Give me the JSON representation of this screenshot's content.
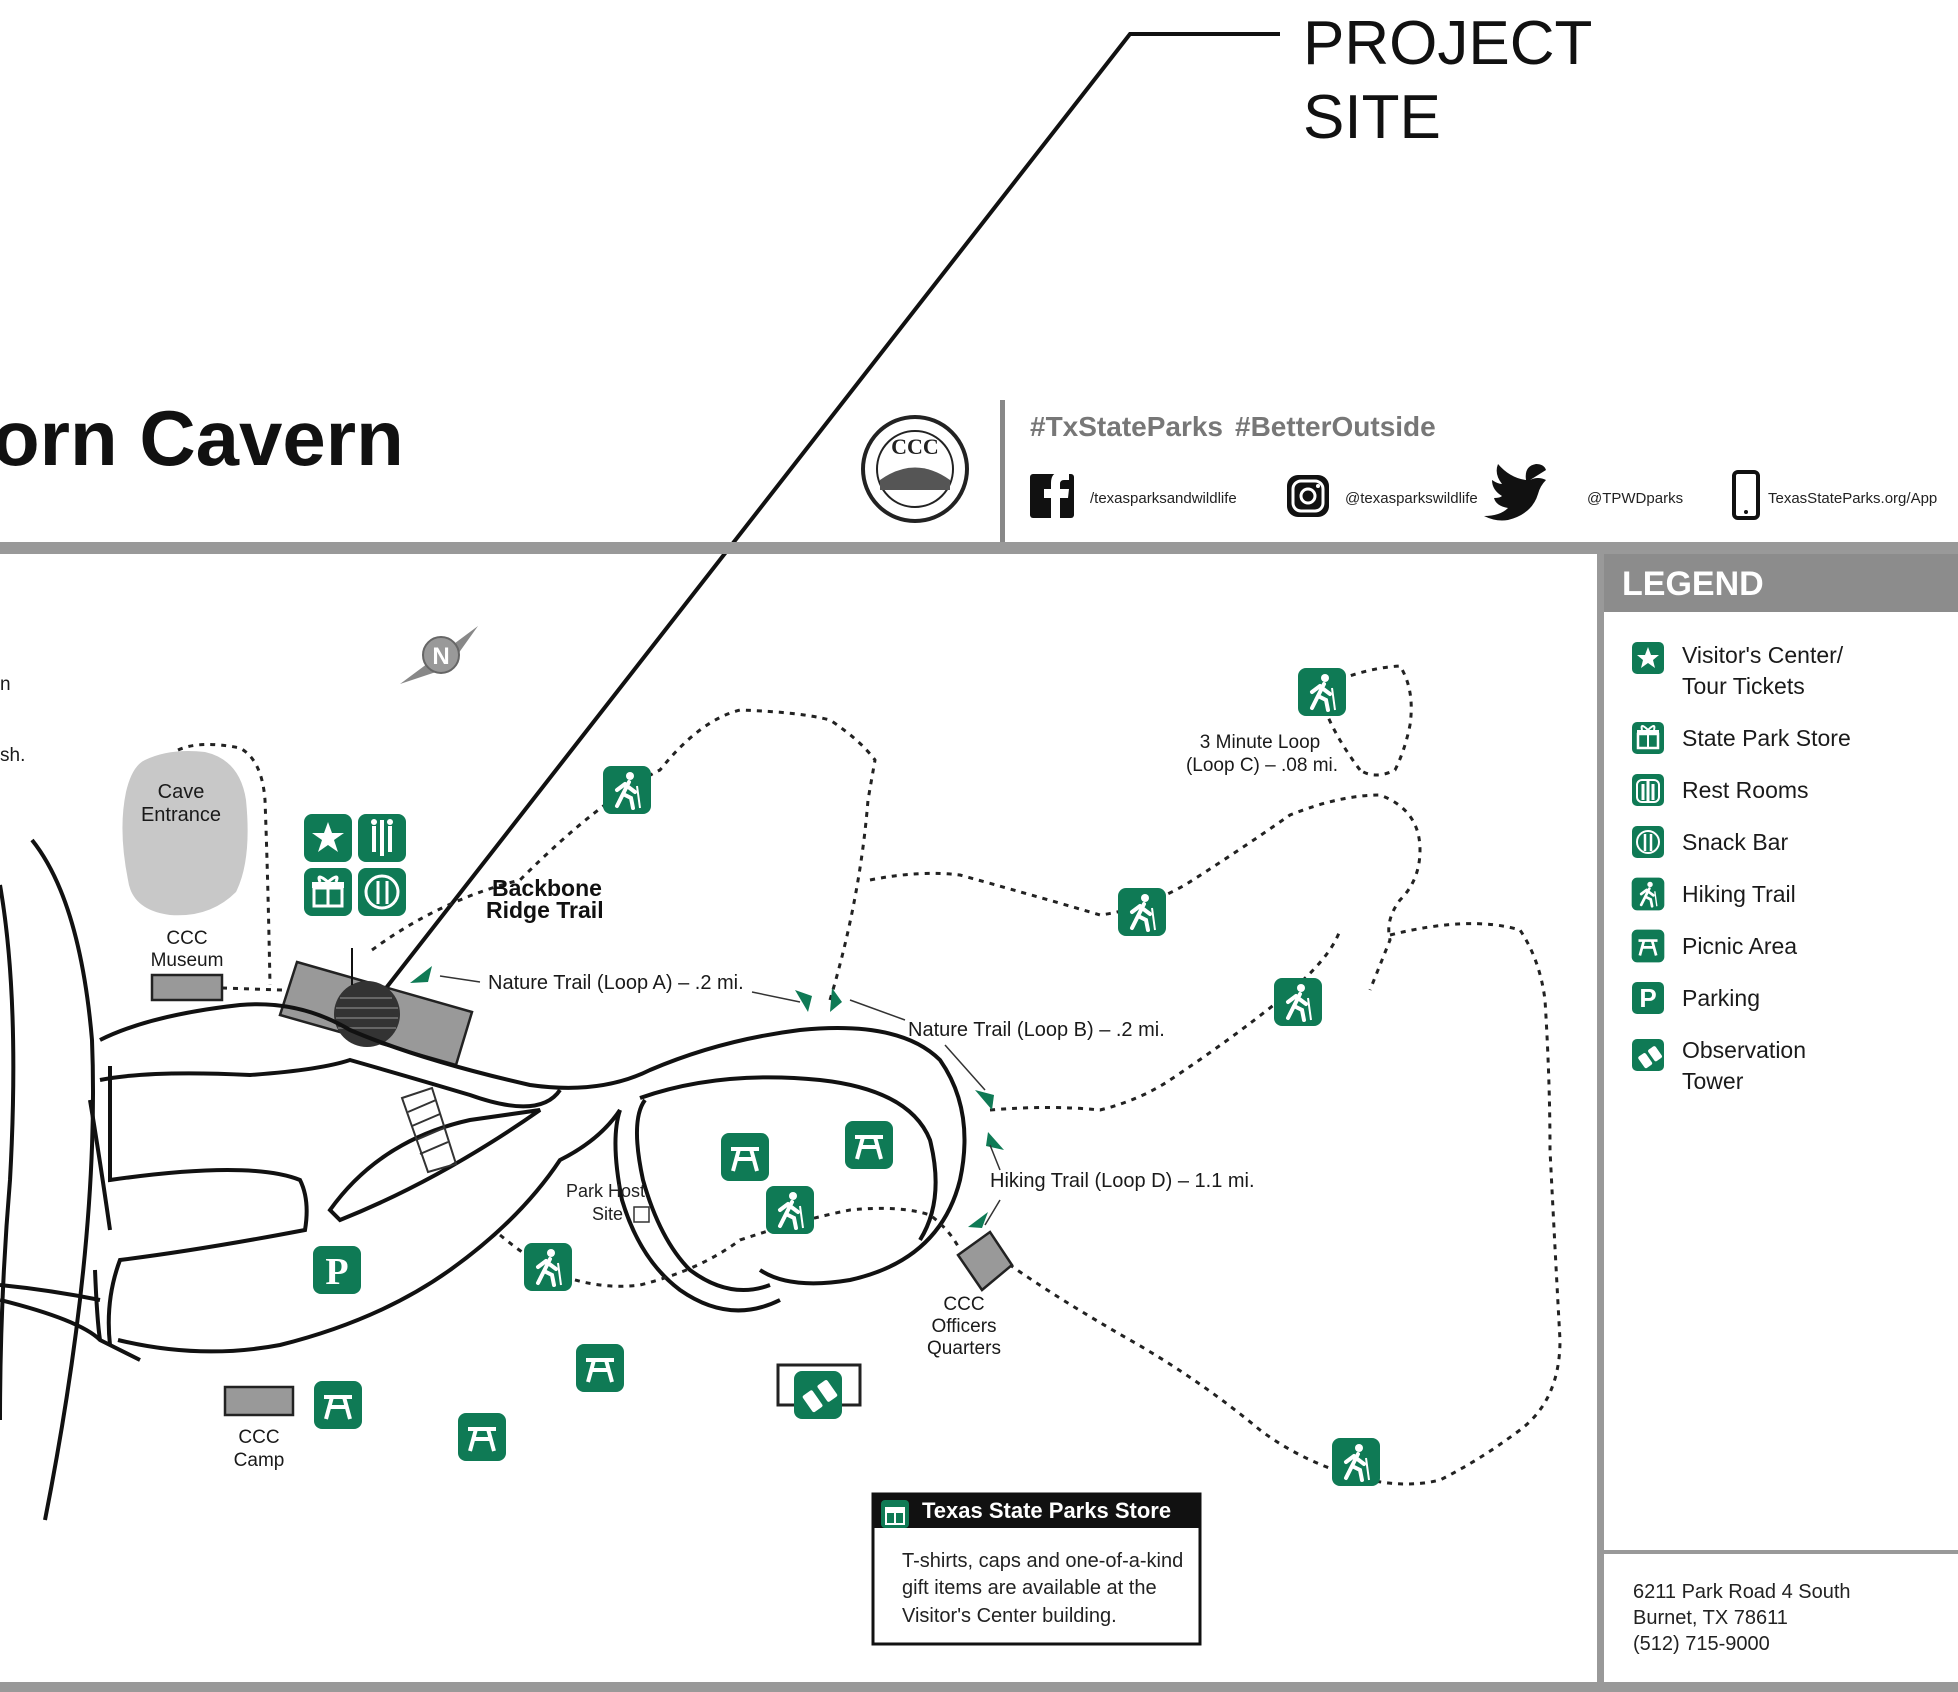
{
  "callout": {
    "line1": "PROJECT",
    "line2": "SITE"
  },
  "header": {
    "title": "orn Cavern",
    "seal_text": "CCC",
    "hashtag1": "#TxStateParks",
    "hashtag2": "#BetterOutside",
    "social": [
      {
        "icon": "facebook-icon",
        "text": "/texasparksandwildlife"
      },
      {
        "icon": "instagram-icon",
        "text": "@texasparkswildlife"
      },
      {
        "icon": "twitter-icon",
        "text": "@TPWDparks"
      },
      {
        "icon": "phone-icon",
        "text": "TexasStateParks.org/App"
      }
    ]
  },
  "legend": {
    "title": "LEGEND",
    "items": [
      {
        "icon": "star-icon",
        "line1": "Visitor's Center/",
        "line2": "Tour Tickets"
      },
      {
        "icon": "gift-icon",
        "line1": "State Park Store",
        "line2": ""
      },
      {
        "icon": "restroom-icon",
        "line1": "Rest Rooms",
        "line2": ""
      },
      {
        "icon": "utensils-icon",
        "line1": "Snack Bar",
        "line2": ""
      },
      {
        "icon": "hiker-icon",
        "line1": "Hiking Trail",
        "line2": ""
      },
      {
        "icon": "picnic-table-icon",
        "line1": "Picnic Area",
        "line2": ""
      },
      {
        "icon": "parking-icon",
        "line1": "Parking",
        "line2": ""
      },
      {
        "icon": "binoculars-icon",
        "line1": "Observation",
        "line2": "Tower"
      }
    ],
    "address": {
      "line1": "6211 Park Road 4 South",
      "line2": "Burnet, TX 78611",
      "line3": "(512) 715-9000"
    }
  },
  "map": {
    "compass": "N",
    "left_fragment1": "n",
    "left_fragment2": "sh.",
    "cave": {
      "line1": "Cave",
      "line2": "Entrance"
    },
    "museum": {
      "line1": "CCC",
      "line2": "Museum"
    },
    "backbone": {
      "line1": "Backbone",
      "line2": "Ridge Trail"
    },
    "loop_a": "Nature Trail (Loop A) – .2 mi.",
    "loop_b": "Nature Trail (Loop B) – .2 mi.",
    "loop_c": {
      "line1": "3 Minute Loop",
      "line2": "(Loop C) – .08 mi."
    },
    "loop_d": "Hiking Trail (Loop D) – 1.1 mi.",
    "park_host": {
      "line1": "Park Host",
      "line2": "Site"
    },
    "officers": {
      "line1": "CCC",
      "line2": "Officers",
      "line3": "Quarters"
    },
    "camp": {
      "line1": "CCC",
      "line2": "Camp"
    },
    "parking_letter": "P"
  },
  "store_box": {
    "title": "Texas State Parks Store",
    "line1": "T-shirts, caps and one-of-a-kind",
    "line2": "gift items are available at the",
    "line3": "Visitor's Center building."
  },
  "colors": {
    "green": "#0f7a55",
    "gray": "#999999",
    "legend_header": "#8c8c8c"
  }
}
